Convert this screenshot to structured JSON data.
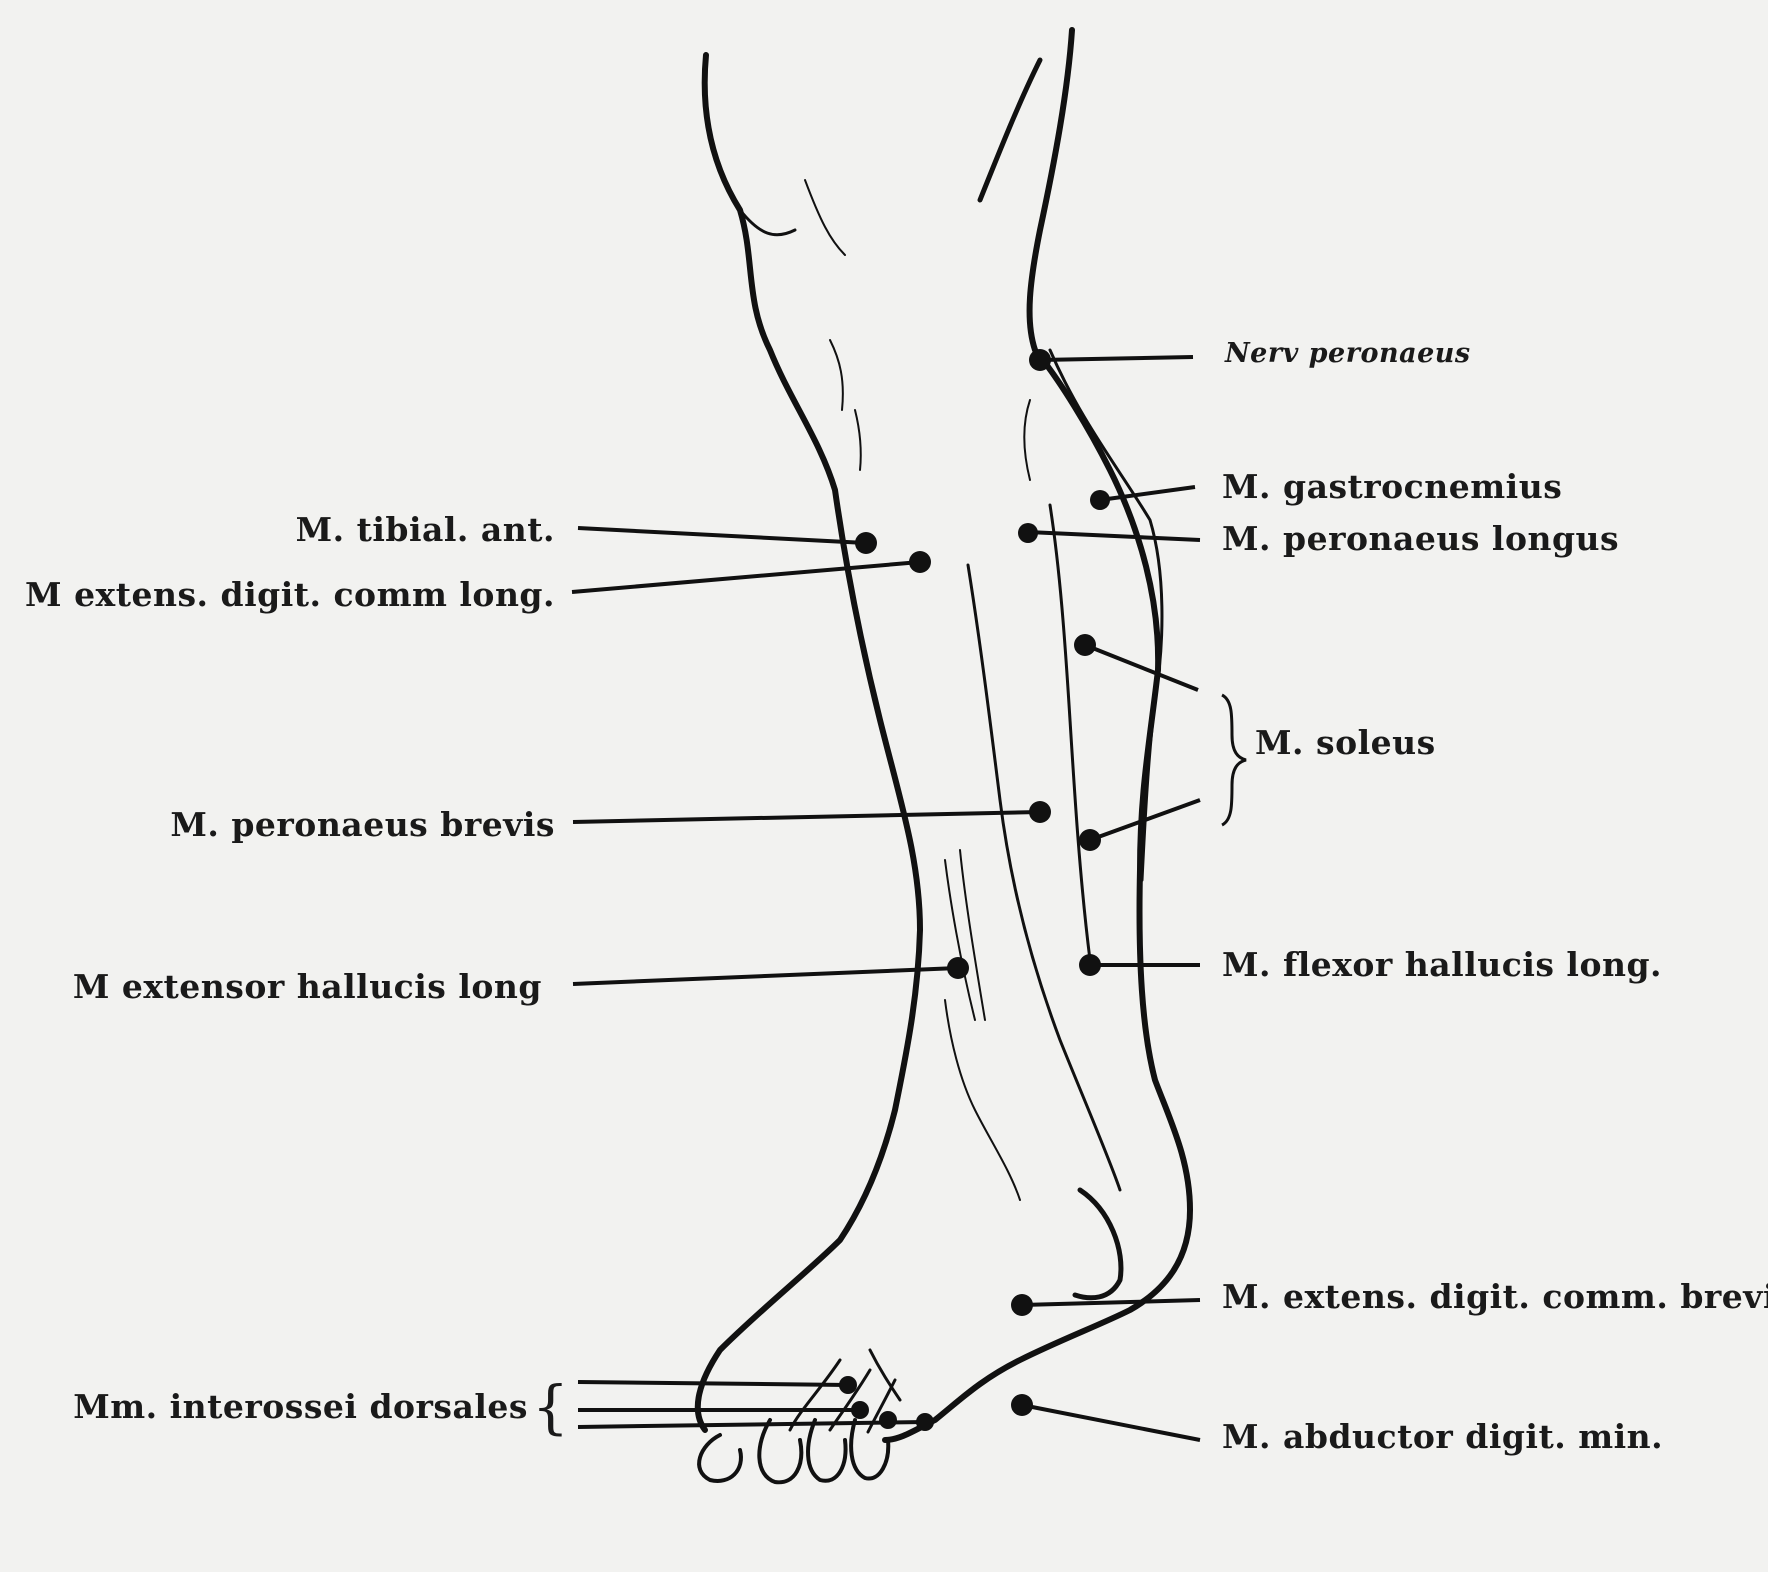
{
  "labels": {
    "nerv_peronaeus": "Nerv peronaeus",
    "gastrocnemius": "M. gastrocnemius",
    "peronaeus_longus": "M. peronaeus longus",
    "soleus": "M. soleus",
    "flexor_hallucis": "M. flexor hallucis long.",
    "extens_digit_brevis": "M. extens. digit. comm. brevis",
    "abductor_digit_min": "M. abductor digit. min.",
    "tibial_ant": "M. tibial. ant.",
    "extens_digit_long": "M extens. digit. comm long.",
    "peronaeus_brevis": "M. peronaeus brevis",
    "extensor_hallucis": "M extensor hallucis long",
    "interossei": "Mm. interossei dorsales"
  },
  "colors": {
    "ink": "#111111",
    "paper": "#f2f2f0"
  }
}
